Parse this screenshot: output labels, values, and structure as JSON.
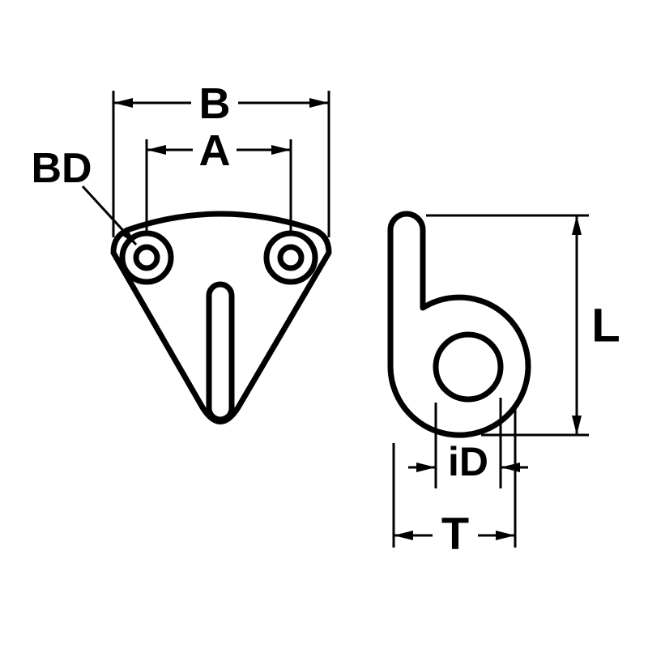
{
  "labels": {
    "b": "B",
    "a": "A",
    "bd": "BD",
    "l": "L",
    "id": "iD",
    "t": "T"
  },
  "colors": {
    "line": "#000000",
    "background": "#ffffff"
  }
}
